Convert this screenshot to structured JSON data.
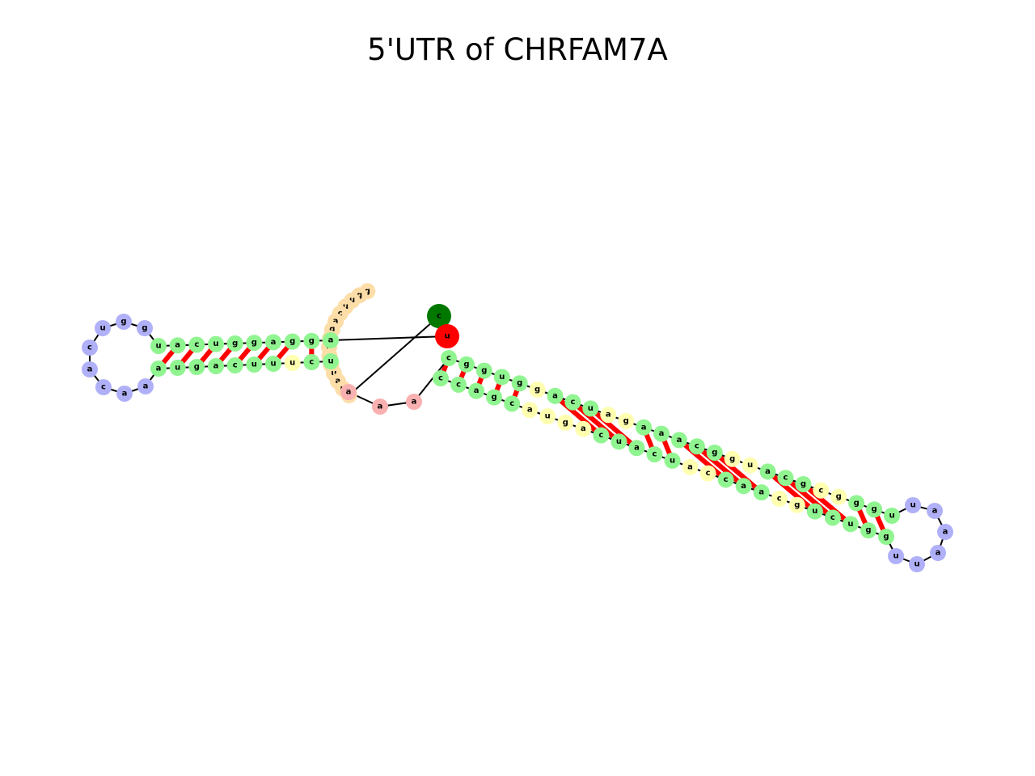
{
  "title": "5'UTR of CHRFAM7A",
  "colors": {
    "stem": "#90f590",
    "hairpin_loop": "#b0b0f8",
    "interior_loop": "#ffffb0",
    "multiloop": "#f8b0b0",
    "dangling_5prime": "#fddea8",
    "start_marker": "#007800",
    "end_marker": "#ff0000",
    "backbone": "#000000",
    "base_pair": "#ff0000"
  },
  "structure": {
    "five_prime_tail": "gguucaggggguauc",
    "stem1_5prime": "aggaggucau",
    "hairpin1_loop": "ggucacaa",
    "stem1_3prime": "augacuuucu",
    "multiloop_bases": "aaa",
    "stem2_5prime": "cgguggacuagaaacgguacgcgggu",
    "hairpin2_loop": "uaaauu",
    "stem2_3prime": "ggucugcaaccaucaucaguacgacc"
  }
}
